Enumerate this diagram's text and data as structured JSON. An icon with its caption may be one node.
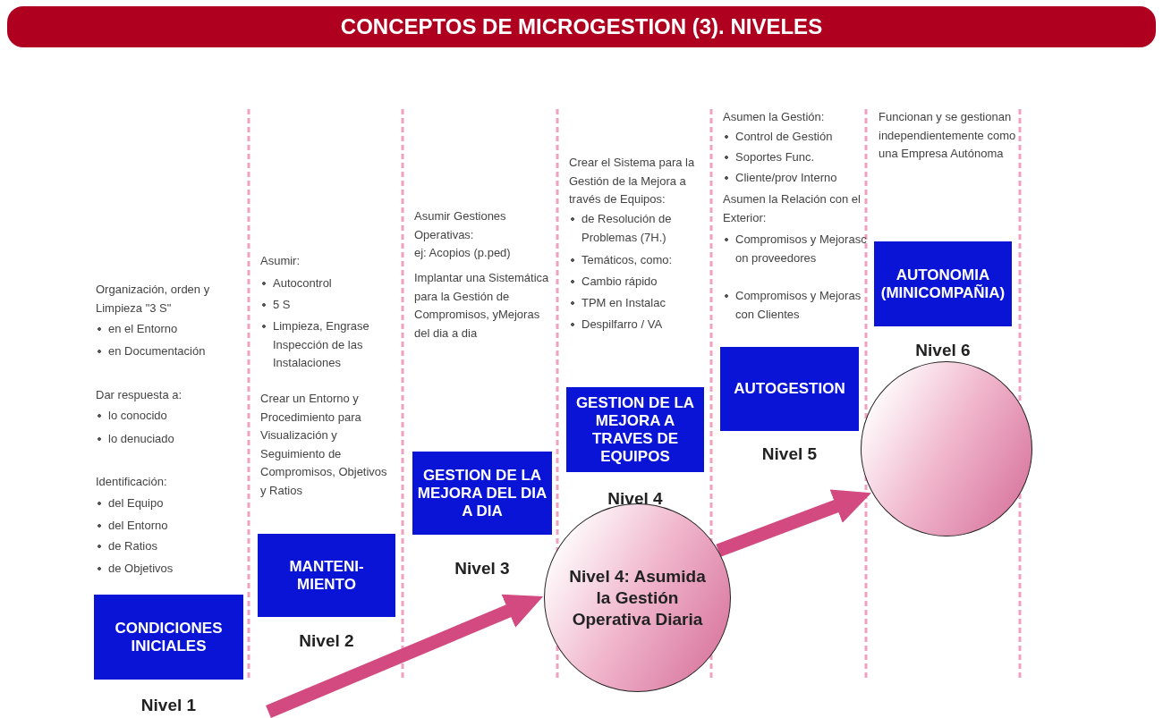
{
  "diagram": {
    "title": "CONCEPTOS DE MICROGESTION (3). NIVELES",
    "nodes": [
      {
        "text": [
          "CONDICIONES INICIALES"
        ]
      },
      {
        "text": [
          "MANTENI- MIENTO"
        ]
      },
      {
        "text": [
          "GESTION DE LA MEJORA DEL DIA A DIA"
        ]
      },
      {
        "text": [
          "GESTION DE LA MEJORA A TRAVES DE EQUIPOS"
        ]
      },
      {
        "text": [
          "AUTOGESTION"
        ]
      },
      {
        "text": [
          "AUTONOMIA (MINICOMPAÑIA)"
        ]
      },
      {
        "text": [
          "Nivel 4: Asumida la Gestión Operativa Diaria"
        ]
      },
      {
        "text": [],
        "shape": "circle"
      }
    ],
    "edges": [
      {
        "from": null,
        "to": 6,
        "arrow": "to"
      },
      {
        "from": 6,
        "to": 7,
        "arrow": "to"
      }
    ],
    "labels": [
      "Organización, orden y Limpieza \"3 S\"",
      "en el Entorno",
      "en Documentación",
      "Dar respuesta a:",
      "lo conocido",
      "lo denuciado",
      "Identificación:",
      "del Equipo",
      "del Entorno",
      "de Ratios",
      "de Objetivos",
      "Asumir:",
      "Autocontrol",
      "5 S",
      "Limpieza, Engrase Inspección de las Instalaciones",
      "Crear un Entorno y Procedimiento para Visualización y Seguimiento de Compromisos, Objetivos y Ratios",
      "Asumir Gestiones Operativas:",
      "ej: Acopios (p.ped)",
      "Implantar una Sistemática para la Gestión de Compromisos, yMejoras del dia a dia",
      "Crear el Sistema para la Gestión de la Mejora a través de Equipos:",
      "de Resolución de Problemas (7H.)",
      "Temáticos, como:",
      "Cambio rápido",
      "TPM en Instalac",
      "Despilfarro / VA",
      "Asumen la Gestión:",
      "Control de Gestión",
      "Soportes Func.",
      "Cliente/prov Interno",
      "Asumen la Relación con el Exterior:",
      "Compromisos y Mejorasc on proveedores",
      "Compromisos y Mejoras con Clientes",
      "Funcionan y se gestionan independientemente como una Empresa Autónoma",
      "Nivel 6",
      "Nivel 5",
      "Nivel 4",
      "Nivel 3",
      "Nivel 2",
      "Nivel 1"
    ]
  }
}
